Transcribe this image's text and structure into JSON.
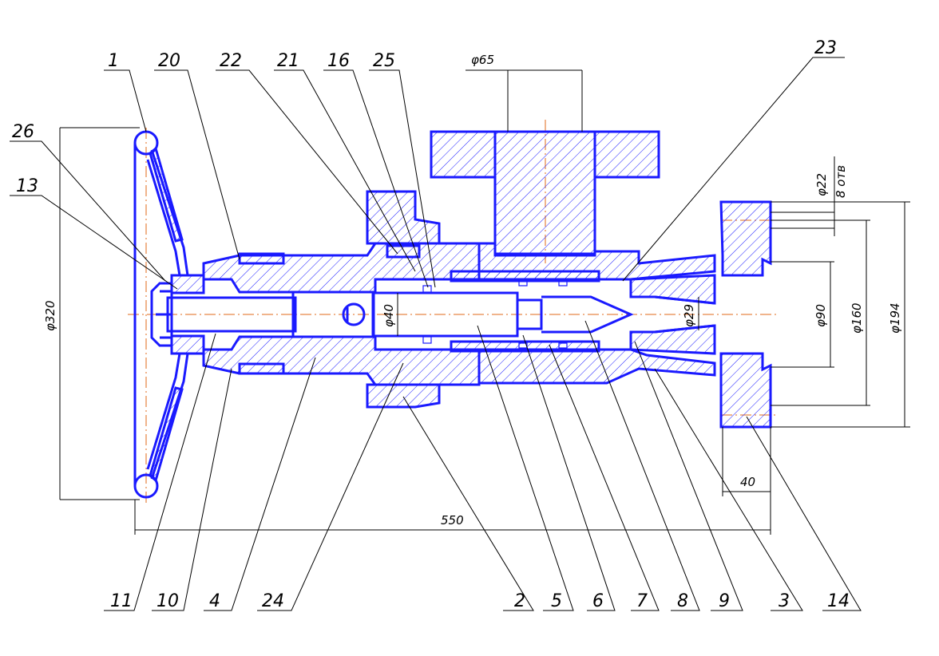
{
  "callouts": {
    "top": [
      "1",
      "20",
      "22",
      "21",
      "16",
      "25",
      "23"
    ],
    "left": [
      "26",
      "13"
    ],
    "bottom": [
      "11",
      "10",
      "4",
      "24",
      "2",
      "5",
      "6",
      "7",
      "8",
      "9",
      "3",
      "14"
    ]
  },
  "dimensions": {
    "d65": "φ65",
    "d22": "φ22",
    "holes": "8 отв",
    "d320": "φ320",
    "d40": "φ40",
    "d29": "φ29",
    "d90": "φ90",
    "d160": "φ160",
    "d194": "φ194",
    "len40": "40",
    "len550": "550"
  },
  "colors": {
    "outline": "#1a1aff",
    "center": "#e06a1a",
    "leader": "#000000"
  }
}
